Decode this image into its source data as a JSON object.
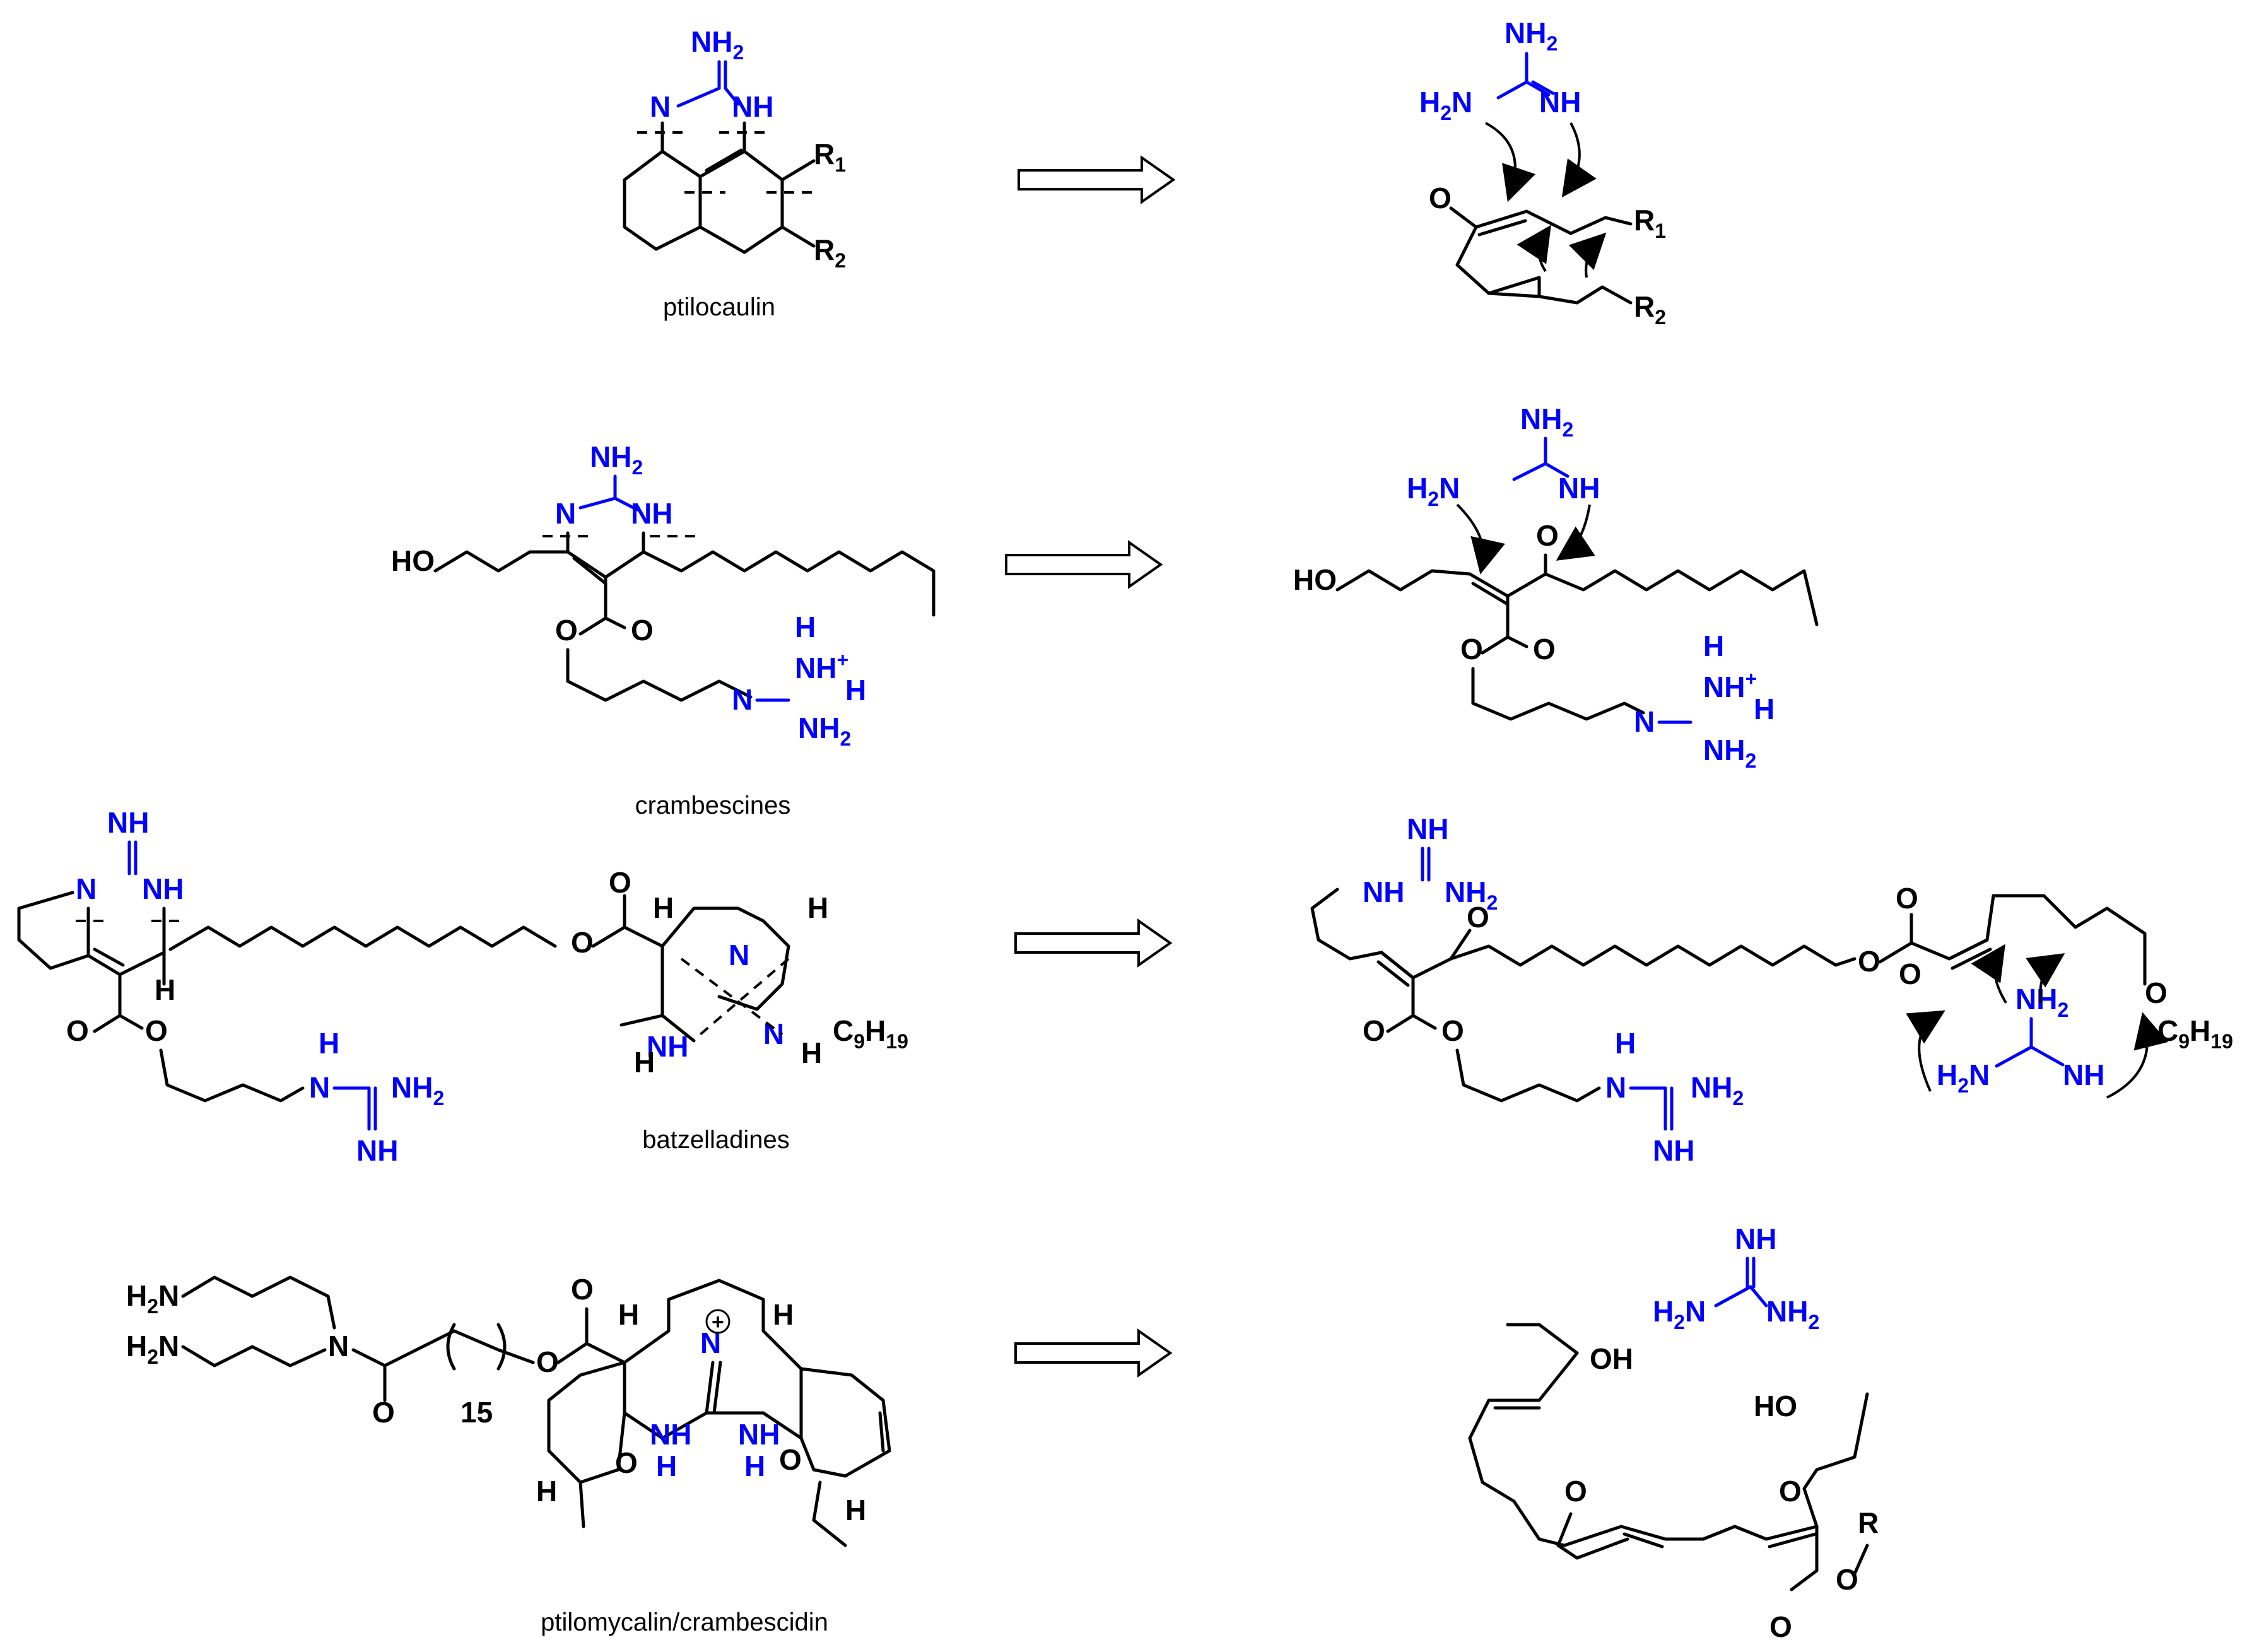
{
  "captions": {
    "ptilocaulin": "ptilocaulin",
    "crambescines": "crambescines",
    "batzelladines": "batzelladines",
    "ptilomycalin": "ptilomycalin/crambescidin"
  },
  "atoms": {
    "nh2": "NH",
    "two": "2",
    "h2n_h2": "H",
    "h2n_tail": "N",
    "n": "N",
    "nh": "NH",
    "hn": "HN",
    "ho": "HO",
    "oh": "OH",
    "o": "O",
    "h": "H",
    "r": "R",
    "r1": "R",
    "one": "1",
    "r2": "R",
    "nplus": "N",
    "plus": "+",
    "c": "C",
    "nine": "9",
    "h19": "H",
    "nineteen": "19",
    "fifteen": "15"
  },
  "colors": {
    "heteroatom_nitrogen": "#0000ff",
    "bond": "#000000"
  }
}
